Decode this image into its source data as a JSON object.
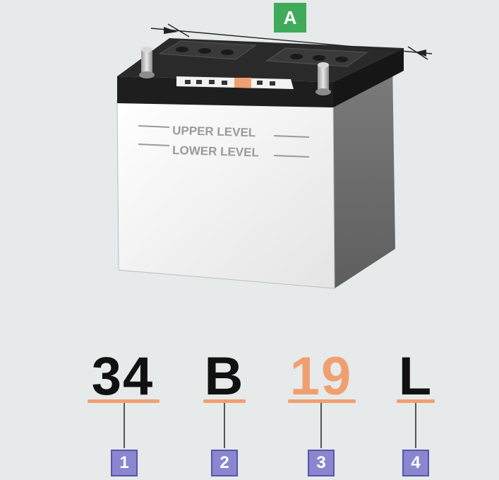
{
  "dimension_label": "A",
  "level_marks": {
    "upper": "UPPER LEVEL",
    "lower": "LOWER LEVEL"
  },
  "code": [
    {
      "text": "34",
      "number": "1",
      "color": "#111111"
    },
    {
      "text": "B",
      "number": "2",
      "color": "#111111"
    },
    {
      "text": "19",
      "number": "3",
      "color": "#f0a070"
    },
    {
      "text": "L",
      "number": "4",
      "color": "#111111"
    }
  ],
  "colors": {
    "underline": "#f0a070",
    "badge": "#8a86d0",
    "label_a": "#3faa5a"
  }
}
